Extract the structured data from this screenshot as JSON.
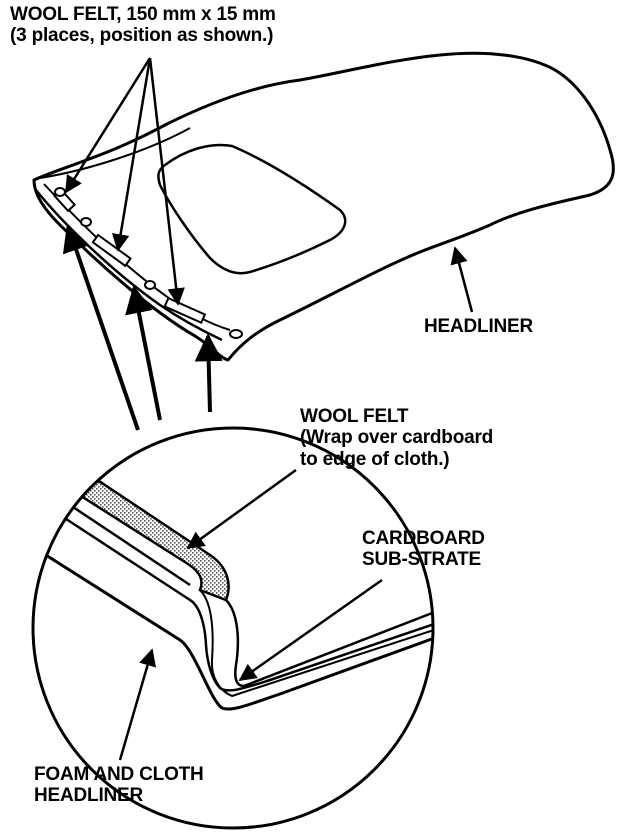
{
  "callouts": {
    "wool_felt_spec": {
      "line1": "WOOL FELT, 150 mm x 15 mm",
      "line2": "(3 places, position as shown.)"
    },
    "headliner": "HEADLINER",
    "wool_felt_wrap": {
      "line1": "WOOL FELT",
      "line2": "(Wrap over cardboard",
      "line3": "to edge of cloth.)"
    },
    "cardboard": {
      "line1": "CARDBOARD",
      "line2": "SUB-STRATE"
    },
    "foam_cloth": {
      "line1": "FOAM AND CLOTH",
      "line2": "HEADLINER"
    }
  },
  "colors": {
    "ink": "#000000",
    "paper": "#ffffff",
    "felt_shade": "#8a8a8a"
  }
}
